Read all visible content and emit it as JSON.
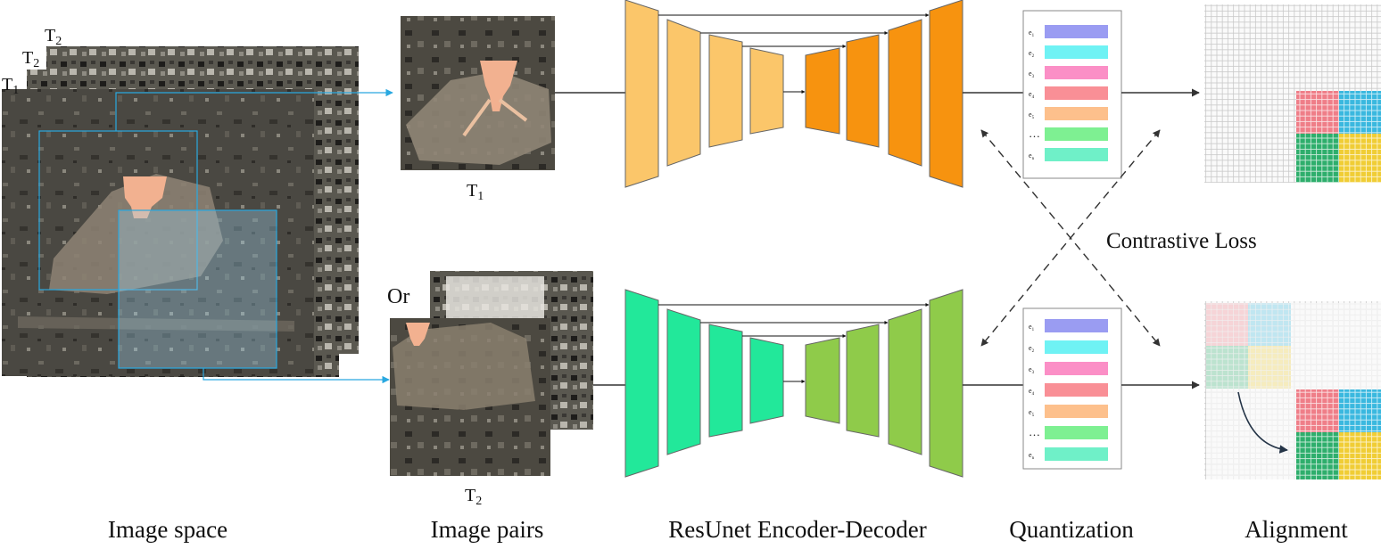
{
  "labels": {
    "image_space": "Image space",
    "image_pairs": "Image pairs",
    "encoder_decoder": "ResUnet Encoder-Decoder",
    "quantization": "Quantization",
    "alignment": "Alignment",
    "contrastive_loss": "Contrastive Loss",
    "or": "Or"
  },
  "time_labels": {
    "t": "T",
    "sub_1": "1",
    "sub_2": "2"
  },
  "codebook": {
    "entries": [
      {
        "label": "e",
        "sub": "1",
        "color": "#9a9cf2"
      },
      {
        "label": "e",
        "sub": "2",
        "color": "#6ff2f4"
      },
      {
        "label": "e",
        "sub": "3",
        "color": "#fb8fc6"
      },
      {
        "label": "e",
        "sub": "4",
        "color": "#f98f96"
      },
      {
        "label": "e",
        "sub": "5",
        "color": "#fdc08c"
      },
      {
        "label": "…",
        "sub": "",
        "color": "#7ef092"
      },
      {
        "label": "e",
        "sub": "n",
        "color": "#6ff0c8"
      }
    ]
  },
  "colors": {
    "link_arrow": "#29a8e0",
    "top_encoder": "#fbc66a",
    "top_decoder": "#f7930f",
    "bottom_encoder": "#22e89a",
    "bottom_decoder": "#8fcb4a",
    "align_red": "#ef7e88",
    "align_blue": "#3ab8df",
    "align_green": "#2eae6c",
    "align_yellow": "#f0cd35"
  }
}
